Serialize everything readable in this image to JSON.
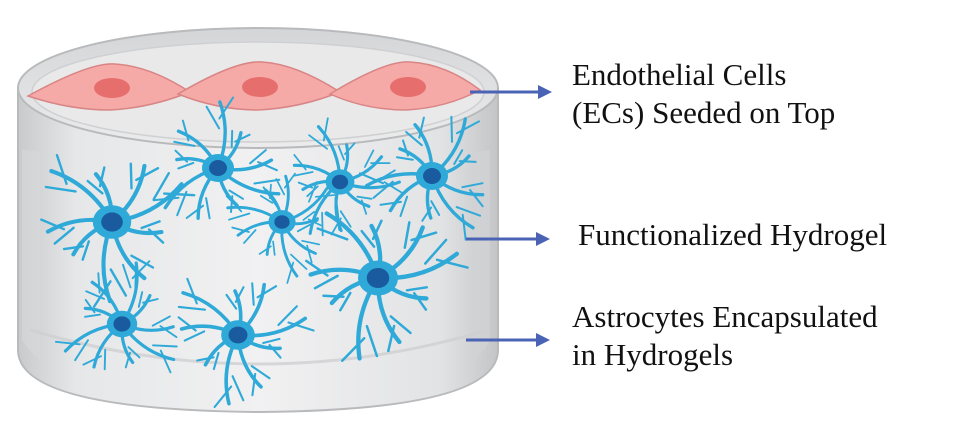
{
  "labels": {
    "endothelial": [
      "Endothelial Cells",
      "(ECs)  Seeded on Top"
    ],
    "hydrogel": [
      "Functionalized Hydrogel"
    ],
    "astrocytes": [
      "Astrocytes Encapsulated",
      "in Hydrogels"
    ]
  },
  "colors": {
    "arrow": "#4a63b5",
    "astrocyte": "#2fa9d8",
    "astrocyte_nucleus": "#1a5a9e",
    "endothelial_cell": "#f3a3a3",
    "endothelial_nucleus": "#e36b6b",
    "hydrogel_body": "#d9dadc",
    "hydrogel_rim": "#c4c5c7"
  },
  "icons": {
    "hydrogel": "hydrogel-cylinder-icon",
    "endothelial": "endothelial-cell-icon",
    "astrocyte": "astrocyte-icon",
    "arrow": "arrow-right-icon"
  }
}
